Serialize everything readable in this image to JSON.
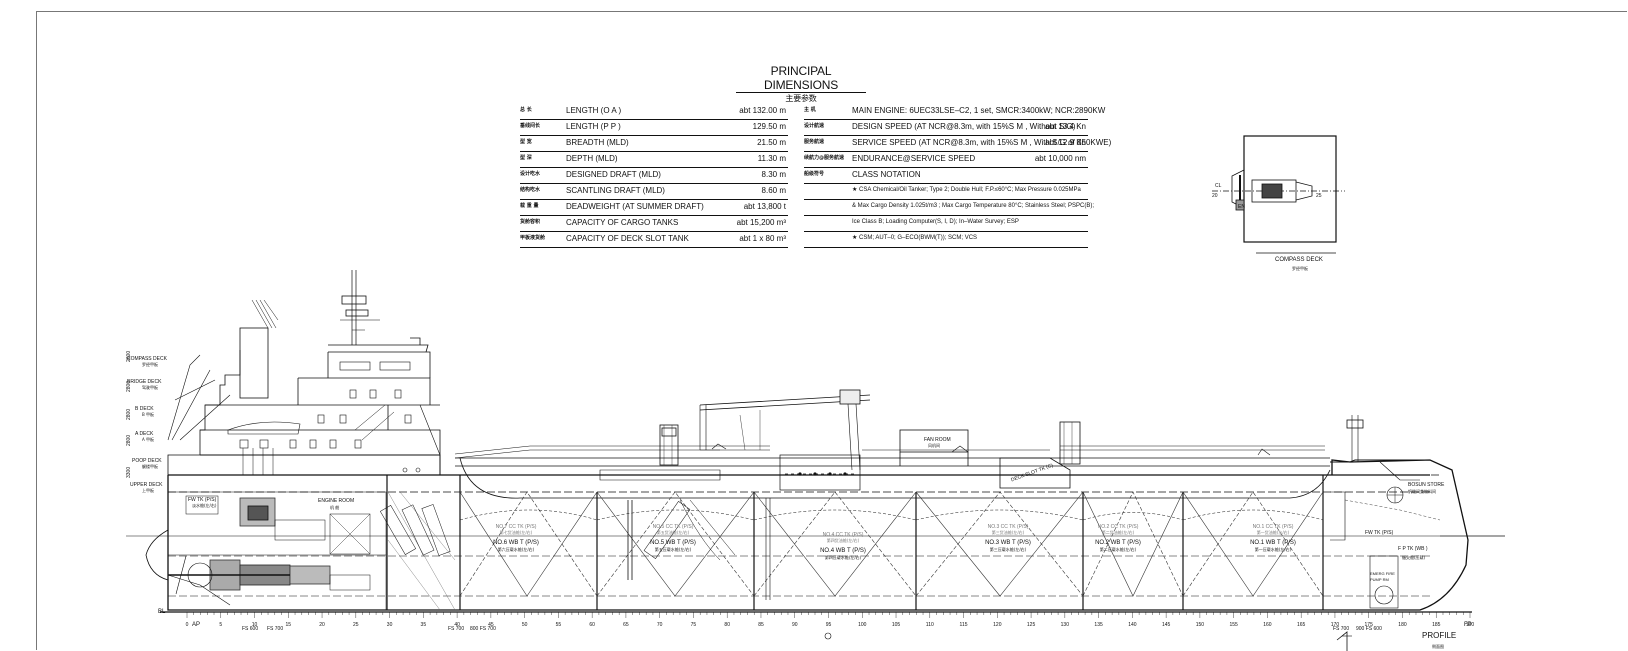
{
  "principal_dimensions": {
    "title": "PRINCIPAL DIMENSIONS",
    "subtitle": "主要参数",
    "left_rows": [
      {
        "cn": "总 长",
        "label": "LENGTH (O A )",
        "value": "abt 132.00 m"
      },
      {
        "cn": "垂线间长",
        "label": "LENGTH (P P )",
        "value": "129.50 m"
      },
      {
        "cn": "型 宽",
        "label": "BREADTH (MLD)",
        "value": "21.50 m"
      },
      {
        "cn": "型 深",
        "label": "DEPTH (MLD)",
        "value": "11.30 m"
      },
      {
        "cn": "设计吃水",
        "label": "DESIGNED DRAFT (MLD)",
        "value": "8.30 m"
      },
      {
        "cn": "结构吃水",
        "label": "SCANTLING DRAFT (MLD)",
        "value": "8.60 m"
      },
      {
        "cn": "载 重 量",
        "label": "DEADWEIGHT (AT SUMMER DRAFT)",
        "value": "abt 13,800 t"
      },
      {
        "cn": "货舱容积",
        "label": "CAPACITY OF CARGO TANKS",
        "value": "abt 15,200 m³"
      },
      {
        "cn": "甲板液货舱",
        "label": "CAPACITY OF DECK SLOT TANK",
        "value": "abt 1 x 80 m³"
      }
    ],
    "right_rows": [
      {
        "cn": "主 机",
        "label": "MAIN ENGINE:   6UEC33LSE–C2, 1 set, SMCR:3400kW; NCR:2890KW",
        "value": ""
      },
      {
        "cn": "设计航速",
        "label": "DESIGN SPEED    (AT NCR@8.3m, with 15%S M , Without S/G)",
        "value": "abt 13.4 Kn"
      },
      {
        "cn": "服务航速",
        "label": "SERVICE SPEED   (AT NCR@8.3m, with 15%S M , With S/G of 350KWE)",
        "value": "abt 12.9 Kn"
      },
      {
        "cn": "续航力@服务航速",
        "label": "ENDURANCE@SERVICE SPEED",
        "value": "abt 10,000 nm"
      },
      {
        "cn": "船级符号",
        "label": "CLASS NOTATION",
        "value": ""
      },
      {
        "cn": "",
        "label": "★ CSA Chemical/Oil Tanker; Type 2; Double Hull; F.P.≤60°C; Max  Pressure 0.025MPa",
        "value": ""
      },
      {
        "cn": "",
        "label": "& Max  Cargo Density 1.025t/m3 ; Max  Cargo Temperature 80°C; Stainless Steel; PSPC(B);",
        "value": ""
      },
      {
        "cn": "",
        "label": "Ice Class B; Loading Computer(S, I, D); In–Water Survey; ESP",
        "value": ""
      },
      {
        "cn": "",
        "label": "★  CSM; AUT–0; G–ECO(BWM(T)); SCM; VCS",
        "value": ""
      }
    ]
  },
  "compass_deck": {
    "title": "COMPASS DECK",
    "subtitle": "罗经甲板",
    "mark_cl": "CL",
    "mark_20": "20",
    "mark_25": "25",
    "mark_en": "EN"
  },
  "deck_labels": [
    {
      "en": "COMPASS DECK",
      "cn": "罗经甲板"
    },
    {
      "en": "BRIDGE DECK",
      "cn": "驾驶甲板"
    },
    {
      "en": "B DECK",
      "cn": "B 甲板"
    },
    {
      "en": "A DECK",
      "cn": "A 甲板"
    },
    {
      "en": "POOP DECK",
      "cn": "艉楼甲板"
    },
    {
      "en": "UPPER DECK",
      "cn": "上甲板"
    }
  ],
  "deck_heights": [
    "2600",
    "2800",
    "2800",
    "2800",
    "3300"
  ],
  "tank_labels": [
    {
      "top": "NO.1 CC TK (P/S)",
      "topcn": "第一货油舱(左/右)",
      "bot": "NO.1 WB T (P/S)",
      "botcn": "第一压载水舱(左/右)"
    },
    {
      "top": "NO.2 CC TK (P/S)",
      "topcn": "第二货油舱(左/右)",
      "bot": "NO.2 WB T (P/S)",
      "botcn": "第二压载水舱(左/右)"
    },
    {
      "top": "NO.3 CC TK (P/S)",
      "topcn": "第三货油舱(左/右)",
      "bot": "NO.3 WB T (P/S)",
      "botcn": "第三压载水舱(左/右)"
    },
    {
      "top": "NO.4 CC TK (P/S)",
      "topcn": "第四货油舱(左/右)",
      "bot": "NO.4 WB T (P/S)",
      "botcn": "第四压载水舱(左/右)"
    },
    {
      "top": "NO.5 CC TK (P/S)",
      "topcn": "第五货油舱(左/右)",
      "bot": "NO.5 WB T (P/S)",
      "botcn": "第五压载水舱(左/右)"
    },
    {
      "top": "NO.7 CC TK (P/S)",
      "topcn": "第七货油舱(左/右)",
      "bot": "NO.6 WB T (P/S)",
      "botcn": "第六压载水舱(左/右)"
    }
  ],
  "misc_labels": {
    "engine_room": "ENGINE ROOM",
    "engine_room_cn": "机 舱",
    "fw_tk": "FW TK (P/S)",
    "fw_tk_cn": "淡水舱(左/右)",
    "fp_tk": "F P TK (WB )",
    "fp_tk_cn": "艏尖舱(压载)",
    "fw_tk_fwd": "FW TK (P/S)",
    "bosun": "BOSUN STORE",
    "bosun_cn": "帆缆间兼物料间",
    "deck_slot": "DECK SLOT TK (C)",
    "fan_room": "FAN ROOM",
    "fan_room_cn": "风机间",
    "profile": "PROFILE",
    "profile_cn": "侧面图",
    "bl": "BL",
    "ap": "AP",
    "fp": "FP",
    "fs600_a": "FS 600",
    "fs700_a": "FS 700",
    "fs700_b": "FS 700",
    "fs800_b": "800 FS 700",
    "fs700_c": "FS 700",
    "fs900_c": "900 FS 600",
    "emerg_fire": "EMERG FIRE PUMP RM"
  },
  "frame_numbers": [
    "0",
    "5",
    "10",
    "15",
    "20",
    "25",
    "30",
    "35",
    "40",
    "45",
    "50",
    "55",
    "60",
    "65",
    "70",
    "75",
    "80",
    "85",
    "90",
    "95",
    "100",
    "105",
    "110",
    "115",
    "120",
    "125",
    "130",
    "135",
    "140",
    "145",
    "150",
    "155",
    "160",
    "165",
    "170",
    "175",
    "180",
    "185",
    "190"
  ]
}
